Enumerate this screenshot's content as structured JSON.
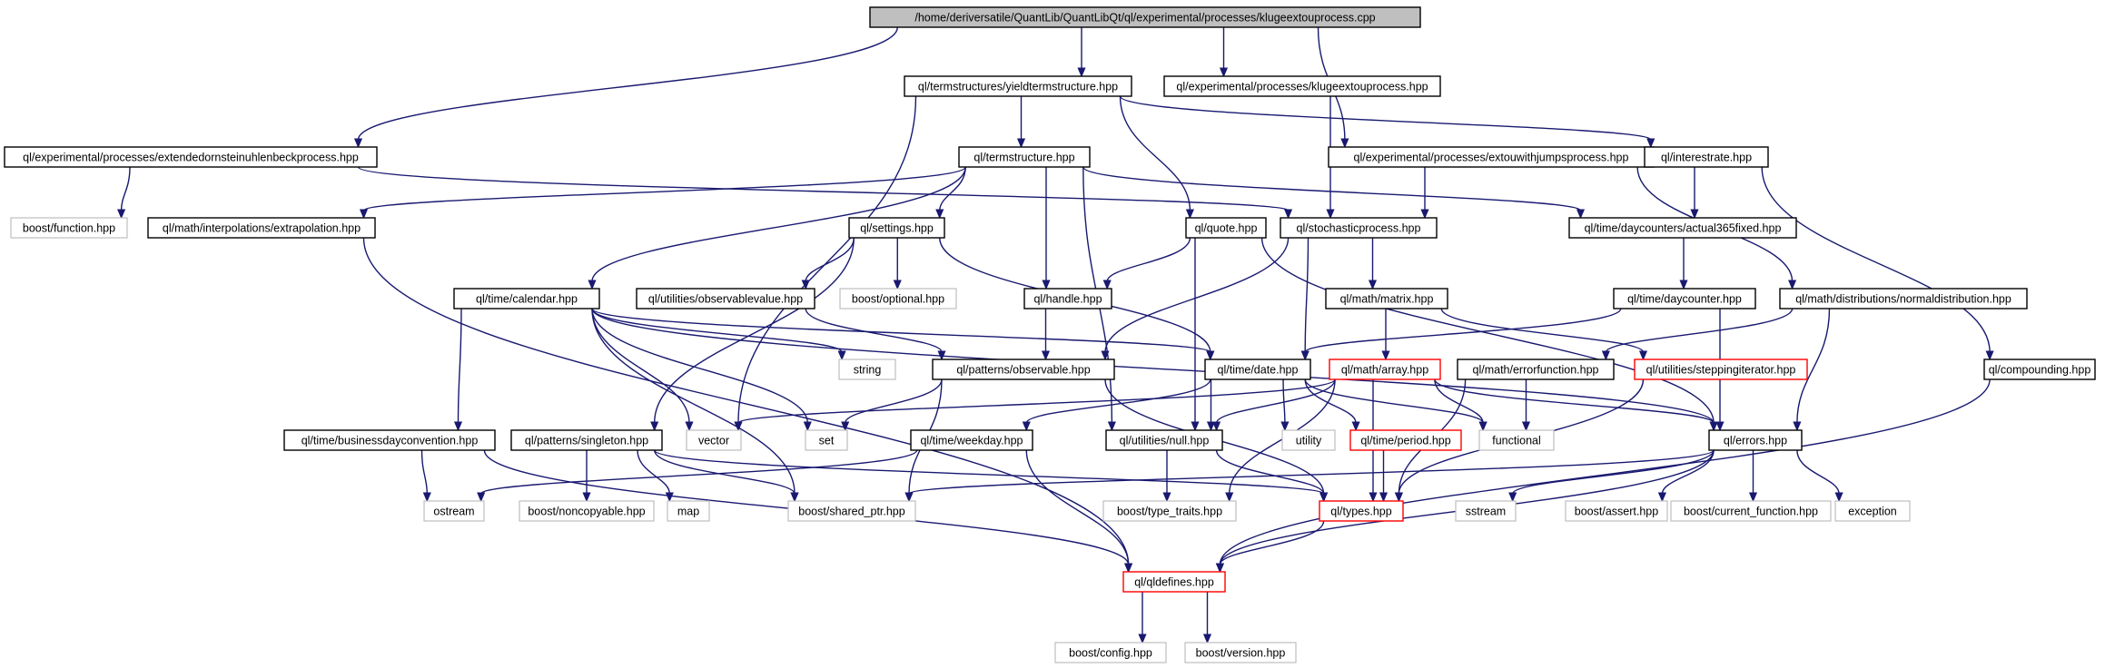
{
  "diagram": {
    "nodes": [
      {
        "id": "root",
        "label": "/home/deriversatile/QuantLib/QuantLibQt/ql/experimental/processes/klugeextouprocess.cpp",
        "kind": "root"
      },
      {
        "id": "yts",
        "label": "ql/termstructures/yieldtermstructure.hpp",
        "kind": "normal"
      },
      {
        "id": "kop",
        "label": "ql/experimental/processes/klugeextouprocess.hpp",
        "kind": "normal"
      },
      {
        "id": "eou",
        "label": "ql/experimental/processes/extendedornsteinuhlenbeckprocess.hpp",
        "kind": "normal"
      },
      {
        "id": "ts",
        "label": "ql/termstructure.hpp",
        "kind": "normal"
      },
      {
        "id": "eouj",
        "label": "ql/experimental/processes/extouwithjumpsprocess.hpp",
        "kind": "normal"
      },
      {
        "id": "ir",
        "label": "ql/interestrate.hpp",
        "kind": "normal"
      },
      {
        "id": "bfun",
        "label": "boost/function.hpp",
        "kind": "ext"
      },
      {
        "id": "extra",
        "label": "ql/math/interpolations/extrapolation.hpp",
        "kind": "normal"
      },
      {
        "id": "sett",
        "label": "ql/settings.hpp",
        "kind": "normal"
      },
      {
        "id": "quote",
        "label": "ql/quote.hpp",
        "kind": "normal"
      },
      {
        "id": "sp",
        "label": "ql/stochasticprocess.hpp",
        "kind": "normal"
      },
      {
        "id": "a365",
        "label": "ql/time/daycounters/actual365fixed.hpp",
        "kind": "normal"
      },
      {
        "id": "cal",
        "label": "ql/time/calendar.hpp",
        "kind": "normal"
      },
      {
        "id": "ov",
        "label": "ql/utilities/observablevalue.hpp",
        "kind": "normal"
      },
      {
        "id": "bopt",
        "label": "boost/optional.hpp",
        "kind": "ext"
      },
      {
        "id": "handle",
        "label": "ql/handle.hpp",
        "kind": "normal"
      },
      {
        "id": "matrix",
        "label": "ql/math/matrix.hpp",
        "kind": "normal"
      },
      {
        "id": "dc",
        "label": "ql/time/daycounter.hpp",
        "kind": "normal"
      },
      {
        "id": "nd",
        "label": "ql/math/distributions/normaldistribution.hpp",
        "kind": "normal"
      },
      {
        "id": "string",
        "label": "string",
        "kind": "ext"
      },
      {
        "id": "obs",
        "label": "ql/patterns/observable.hpp",
        "kind": "normal"
      },
      {
        "id": "date",
        "label": "ql/time/date.hpp",
        "kind": "normal"
      },
      {
        "id": "array",
        "label": "ql/math/array.hpp",
        "kind": "red"
      },
      {
        "id": "ef",
        "label": "ql/math/errorfunction.hpp",
        "kind": "normal"
      },
      {
        "id": "stepit",
        "label": "ql/utilities/steppingiterator.hpp",
        "kind": "red"
      },
      {
        "id": "comp",
        "label": "ql/compounding.hpp",
        "kind": "normal"
      },
      {
        "id": "bdc",
        "label": "ql/time/businessdayconvention.hpp",
        "kind": "normal"
      },
      {
        "id": "single",
        "label": "ql/patterns/singleton.hpp",
        "kind": "normal"
      },
      {
        "id": "vector",
        "label": "vector",
        "kind": "ext"
      },
      {
        "id": "set",
        "label": "set",
        "kind": "ext"
      },
      {
        "id": "weekday",
        "label": "ql/time/weekday.hpp",
        "kind": "normal"
      },
      {
        "id": "utility",
        "label": "utility",
        "kind": "ext"
      },
      {
        "id": "null",
        "label": "ql/utilities/null.hpp",
        "kind": "normal"
      },
      {
        "id": "period",
        "label": "ql/time/period.hpp",
        "kind": "red"
      },
      {
        "id": "functional",
        "label": "functional",
        "kind": "ext"
      },
      {
        "id": "errors",
        "label": "ql/errors.hpp",
        "kind": "normal"
      },
      {
        "id": "ostream",
        "label": "ostream",
        "kind": "ext"
      },
      {
        "id": "bnc",
        "label": "boost/noncopyable.hpp",
        "kind": "ext"
      },
      {
        "id": "map",
        "label": "map",
        "kind": "ext"
      },
      {
        "id": "bsp",
        "label": "boost/shared_ptr.hpp",
        "kind": "ext"
      },
      {
        "id": "btt",
        "label": "boost/type_traits.hpp",
        "kind": "ext"
      },
      {
        "id": "types",
        "label": "ql/types.hpp",
        "kind": "red"
      },
      {
        "id": "sstream",
        "label": "sstream",
        "kind": "ext"
      },
      {
        "id": "bassert",
        "label": "boost/assert.hpp",
        "kind": "ext"
      },
      {
        "id": "bcf",
        "label": "boost/current_function.hpp",
        "kind": "ext"
      },
      {
        "id": "exception",
        "label": "exception",
        "kind": "ext"
      },
      {
        "id": "qldef",
        "label": "ql/qldefines.hpp",
        "kind": "red"
      },
      {
        "id": "bconf",
        "label": "boost/config.hpp",
        "kind": "ext"
      },
      {
        "id": "bver",
        "label": "boost/version.hpp",
        "kind": "ext"
      }
    ],
    "edges": [
      [
        "root",
        "yts"
      ],
      [
        "root",
        "kop"
      ],
      [
        "root",
        "eou"
      ],
      [
        "root",
        "eouj"
      ],
      [
        "yts",
        "ts"
      ],
      [
        "yts",
        "quote"
      ],
      [
        "yts",
        "ir"
      ],
      [
        "yts",
        "vector"
      ],
      [
        "kop",
        "sp"
      ],
      [
        "eou",
        "bfun"
      ],
      [
        "eou",
        "sp"
      ],
      [
        "eouj",
        "sp"
      ],
      [
        "eouj",
        "nd"
      ],
      [
        "ir",
        "a365"
      ],
      [
        "ir",
        "comp"
      ],
      [
        "ts",
        "extra"
      ],
      [
        "ts",
        "sett"
      ],
      [
        "ts",
        "handle"
      ],
      [
        "ts",
        "null"
      ],
      [
        "ts",
        "cal"
      ],
      [
        "ts",
        "a365"
      ],
      [
        "extra",
        "qldef"
      ],
      [
        "sett",
        "ov"
      ],
      [
        "sett",
        "bopt"
      ],
      [
        "sett",
        "single"
      ],
      [
        "sett",
        "date"
      ],
      [
        "quote",
        "handle"
      ],
      [
        "quote",
        "null"
      ],
      [
        "quote",
        "errors"
      ],
      [
        "sp",
        "matrix"
      ],
      [
        "sp",
        "date"
      ],
      [
        "sp",
        "obs"
      ],
      [
        "a365",
        "dc"
      ],
      [
        "cal",
        "bdc"
      ],
      [
        "cal",
        "vector"
      ],
      [
        "cal",
        "bsp"
      ],
      [
        "cal",
        "set"
      ],
      [
        "cal",
        "string"
      ],
      [
        "cal",
        "date"
      ],
      [
        "cal",
        "errors"
      ],
      [
        "ov",
        "obs"
      ],
      [
        "handle",
        "obs"
      ],
      [
        "matrix",
        "array"
      ],
      [
        "matrix",
        "stepit"
      ],
      [
        "dc",
        "date"
      ],
      [
        "dc",
        "errors"
      ],
      [
        "nd",
        "ef"
      ],
      [
        "nd",
        "errors"
      ],
      [
        "obs",
        "set"
      ],
      [
        "obs",
        "bsp"
      ],
      [
        "obs",
        "types"
      ],
      [
        "date",
        "weekday"
      ],
      [
        "date",
        "null"
      ],
      [
        "date",
        "utility"
      ],
      [
        "date",
        "period"
      ],
      [
        "date",
        "functional"
      ],
      [
        "array",
        "vector"
      ],
      [
        "array",
        "null"
      ],
      [
        "array",
        "functional"
      ],
      [
        "array",
        "btt"
      ],
      [
        "array",
        "types"
      ],
      [
        "array",
        "errors"
      ],
      [
        "ef",
        "functional"
      ],
      [
        "ef",
        "types"
      ],
      [
        "stepit",
        "types"
      ],
      [
        "comp",
        "qldef"
      ],
      [
        "bdc",
        "ostream"
      ],
      [
        "bdc",
        "qldef"
      ],
      [
        "single",
        "bnc"
      ],
      [
        "single",
        "map"
      ],
      [
        "single",
        "bsp"
      ],
      [
        "single",
        "types"
      ],
      [
        "weekday",
        "ostream"
      ],
      [
        "weekday",
        "qldef"
      ],
      [
        "null",
        "btt"
      ],
      [
        "null",
        "types"
      ],
      [
        "period",
        "types"
      ],
      [
        "errors",
        "sstream"
      ],
      [
        "errors",
        "bassert"
      ],
      [
        "errors",
        "bcf"
      ],
      [
        "errors",
        "exception"
      ],
      [
        "errors",
        "bsp"
      ],
      [
        "errors",
        "qldef"
      ],
      [
        "types",
        "qldef"
      ],
      [
        "qldef",
        "bconf"
      ],
      [
        "qldef",
        "bver"
      ]
    ]
  }
}
